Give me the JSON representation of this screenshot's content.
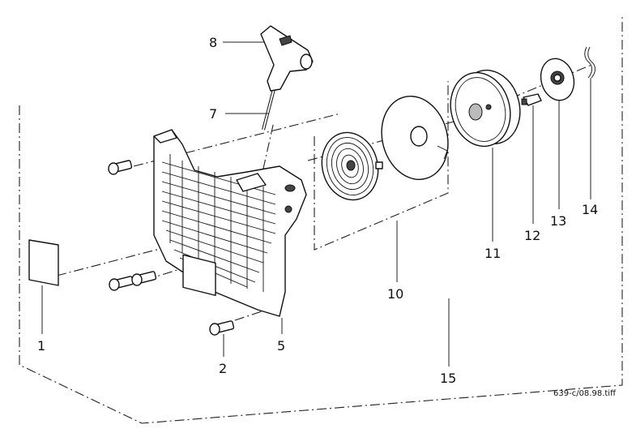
{
  "diagram": {
    "labels": {
      "l1": "1",
      "l2": "2",
      "l5": "5",
      "l7": "7",
      "l8": "8",
      "l10": "10",
      "l11": "11",
      "l12": "12",
      "l13": "13",
      "l14": "14",
      "l15": "15"
    },
    "caption": "639-c/08.98.tiff"
  }
}
